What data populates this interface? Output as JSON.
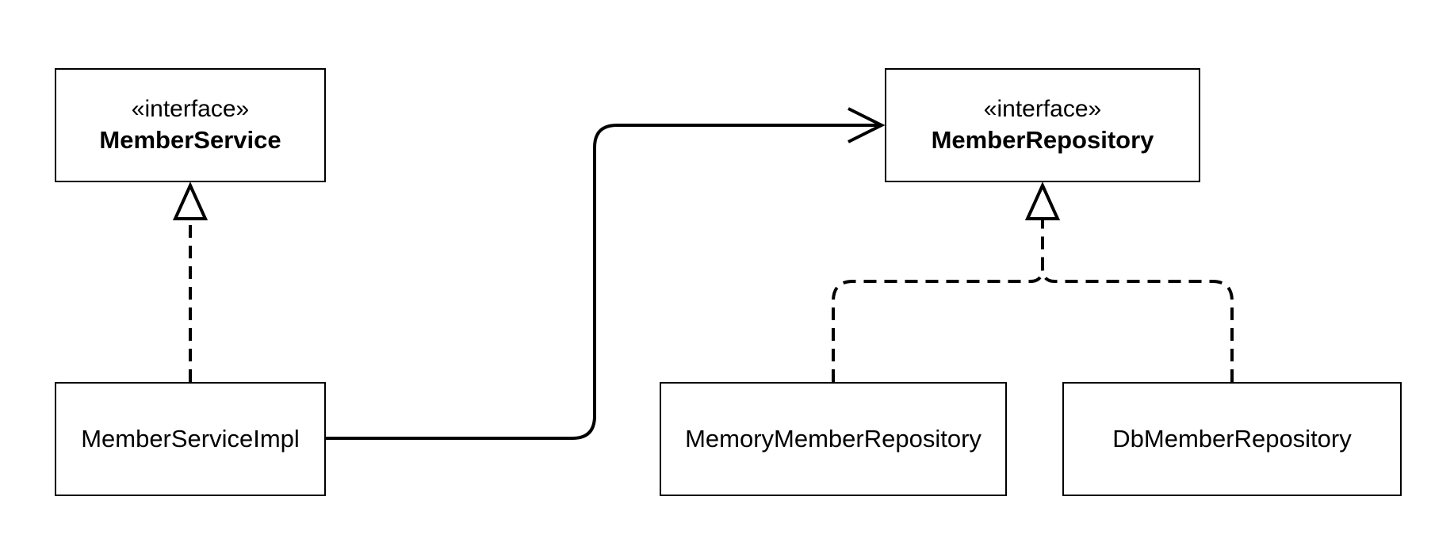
{
  "diagram": {
    "type": "uml-class-diagram",
    "nodes": {
      "member_service": {
        "stereotype": "«interface»",
        "name": "MemberService"
      },
      "member_repository": {
        "stereotype": "«interface»",
        "name": "MemberRepository"
      },
      "member_service_impl": {
        "name": "MemberServiceImpl"
      },
      "memory_member_repository": {
        "name": "MemoryMemberRepository"
      },
      "db_member_repository": {
        "name": "DbMemberRepository"
      }
    },
    "edges": [
      {
        "from": "MemberServiceImpl",
        "to": "MemberService",
        "kind": "realization"
      },
      {
        "from": "MemberServiceImpl",
        "to": "MemberRepository",
        "kind": "association"
      },
      {
        "from": "MemoryMemberRepository",
        "to": "MemberRepository",
        "kind": "realization"
      },
      {
        "from": "DbMemberRepository",
        "to": "MemberRepository",
        "kind": "realization"
      }
    ],
    "colors": {
      "stroke": "#000000",
      "fill": "#ffffff"
    }
  }
}
